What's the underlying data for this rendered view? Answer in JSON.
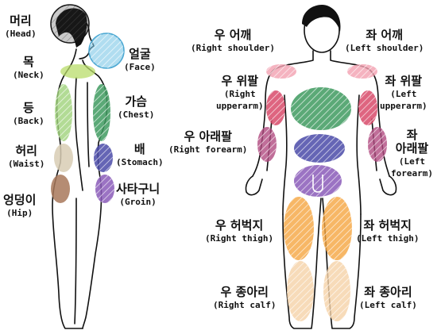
{
  "side_view": {
    "head": {
      "ko": "머리",
      "en": "(Head)"
    },
    "face": {
      "ko": "얼굴",
      "en": "(Face)"
    },
    "neck": {
      "ko": "목",
      "en": "(Neck)"
    },
    "back": {
      "ko": "등",
      "en": "(Back)"
    },
    "chest": {
      "ko": "가슴",
      "en": "(Chest)"
    },
    "waist": {
      "ko": "허리",
      "en": "(Waist)"
    },
    "stomach": {
      "ko": "배",
      "en": "(Stomach)"
    },
    "hip": {
      "ko": "엉덩이",
      "en": "(Hip)"
    },
    "groin": {
      "ko": "사타구니",
      "en": "(Groin)"
    }
  },
  "front_view": {
    "right_shoulder": {
      "ko": "우 어깨",
      "en": "(Right shoulder)"
    },
    "left_shoulder": {
      "ko": "좌 어깨",
      "en": "(Left shoulder)"
    },
    "right_upperarm": {
      "ko": "우 위팔",
      "en1": "(Right",
      "en2": "upperarm)"
    },
    "left_upperarm": {
      "ko": "좌 위팔",
      "en1": "(Left",
      "en2": "upperarm)"
    },
    "right_forearm": {
      "ko": "우 아래팔",
      "en": "(Right forearm)"
    },
    "left_forearm": {
      "ko1": "좌",
      "ko2": "아래팔",
      "en1": "(Left",
      "en2": "forearm)"
    },
    "right_thigh": {
      "ko": "우 허벅지",
      "en": "(Right thigh)"
    },
    "left_thigh": {
      "ko": "좌 허벅지",
      "en": "(Left thigh)"
    },
    "right_calf": {
      "ko": "우 종아리",
      "en": "(Right calf)"
    },
    "left_calf": {
      "ko": "좌 종아리",
      "en": "(Left calf)"
    }
  },
  "region_colors": {
    "head": "#2b2b2b",
    "face": "#7cc6e6",
    "neck": "#b8dc6a",
    "back": "#9fd27a",
    "chest": "#3e9a5f",
    "waist": "#d8ccb4",
    "stomach": "#4a4aa8",
    "hip": "#a8785a",
    "groin": "#8a5ab8",
    "shoulder": "#f2a0b0",
    "upperarm": "#d84a6a",
    "forearm": "#b04a80",
    "thigh": "#f5a540",
    "calf": "#f5d2a8"
  }
}
